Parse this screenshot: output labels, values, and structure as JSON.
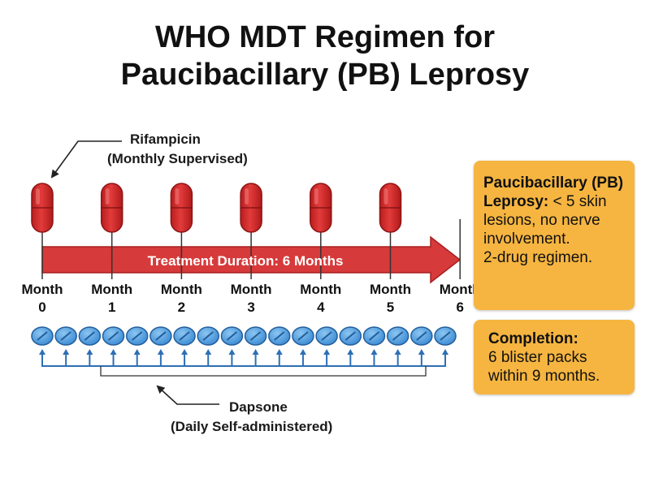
{
  "title": {
    "line1": "WHO MDT Regimen for",
    "line2": "Paucibacillary (PB) Leprosy"
  },
  "rifampicin": {
    "name": "Rifampicin",
    "schedule": "(Monthly Supervised)",
    "color": "#d62828",
    "doses_at_months": [
      0,
      1,
      2,
      3,
      4,
      5
    ]
  },
  "treatment_bar": {
    "label": "Treatment Duration: 6 Months",
    "color": "#d63a3a"
  },
  "months": [
    {
      "word": "Month",
      "num": "0"
    },
    {
      "word": "Month",
      "num": "1"
    },
    {
      "word": "Month",
      "num": "2"
    },
    {
      "word": "Month",
      "num": "3"
    },
    {
      "word": "Month",
      "num": "4"
    },
    {
      "word": "Month",
      "num": "5"
    },
    {
      "word": "Month",
      "num": "6"
    }
  ],
  "dapsone": {
    "name": "Dapsone",
    "schedule": "(Daily Self-administered)",
    "color": "#4d9fe0",
    "tablet_count": 18
  },
  "info": {
    "pb_heading": "Paucibacillary (PB)",
    "pb_bold": "Leprosy:",
    "pb_text1": " < 5 skin",
    "pb_text2": "lesions, no nerve",
    "pb_text3": "involvement.",
    "pb_text4": "2-drug regimen.",
    "completion_heading": "Completion:",
    "completion_text1": "6 blister packs",
    "completion_text2": "within 9 months.",
    "box_color": "#f6b540"
  }
}
